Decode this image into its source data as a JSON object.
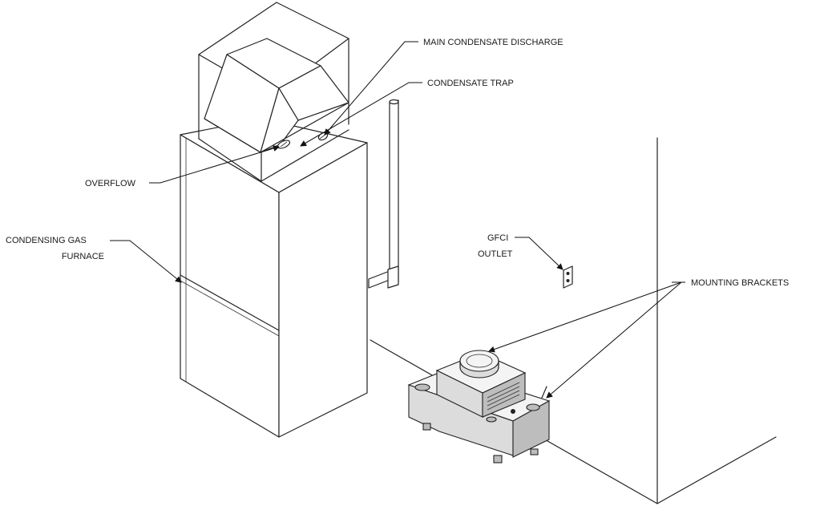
{
  "labels": {
    "main_condensate_discharge": "MAIN CONDENSATE DISCHARGE",
    "condensate_trap": "CONDENSATE TRAP",
    "overflow": "OVERFLOW",
    "condensing_gas_line1": "CONDENSING GAS",
    "condensing_gas_line2": "FURNACE",
    "gfci_line1": "GFCI",
    "gfci_line2": "OUTLET",
    "mounting_brackets": "MOUNTING BRACKETS"
  }
}
